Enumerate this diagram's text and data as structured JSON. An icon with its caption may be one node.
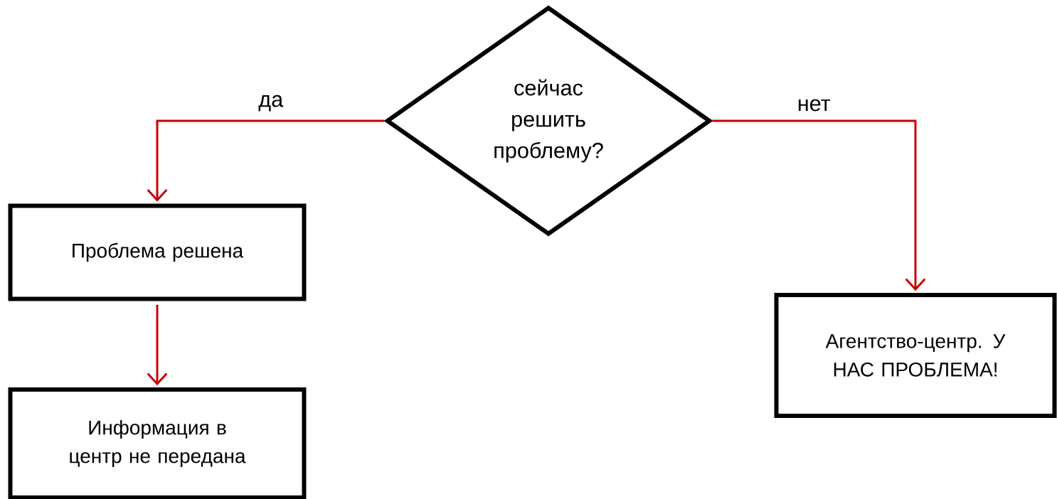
{
  "diagram": {
    "nodes": [
      {
        "text": [
          "сейчас решить проблему?"
        ]
      },
      {
        "text": [
          "Проблема решена"
        ]
      },
      {
        "text": [
          "Информация в центр не передана"
        ]
      },
      {
        "text": [
          "Агентство-центр. У НАС ПРОБЛЕМА!"
        ]
      }
    ],
    "edges": [
      {
        "from": 0,
        "to": 1,
        "arrow": "to",
        "label": "да"
      },
      {
        "from": 1,
        "to": 2,
        "arrow": "to"
      },
      {
        "from": 0,
        "to": 3,
        "arrow": "to",
        "label": "нет"
      }
    ]
  }
}
